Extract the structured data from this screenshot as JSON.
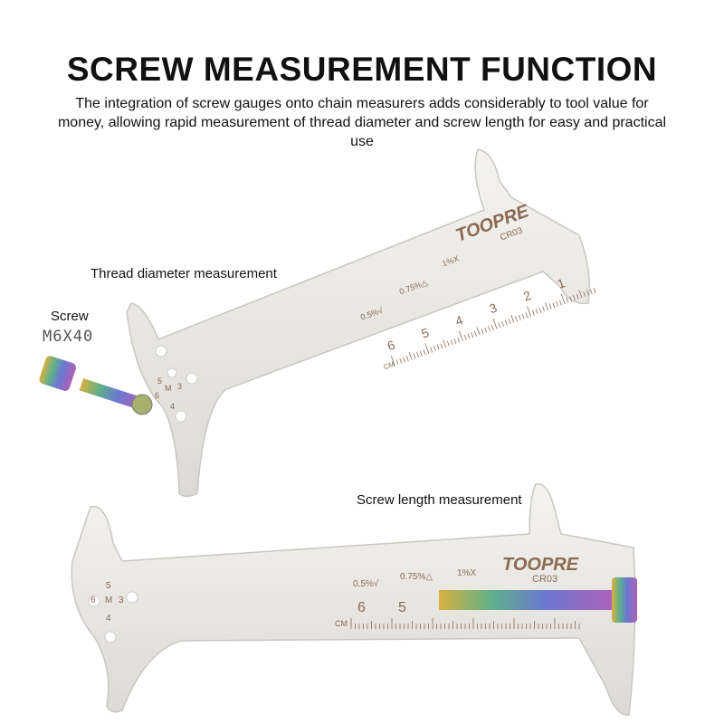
{
  "header": {
    "title": "SCREW MEASUREMENT FUNCTION",
    "subtitle": "The integration of screw gauges onto chain measurers adds considerably to tool value for money, allowing rapid measurement of thread diameter and screw length for easy and practical use"
  },
  "labels": {
    "thread": "Thread diameter measurement",
    "screw": "Screw",
    "screw_size": "M6X40",
    "length": "Screw length measurement"
  },
  "tool": {
    "brand": "TOOPRE",
    "model": "CR03",
    "wear_levels": [
      "0.5%√",
      "0.75%△",
      "1%X"
    ],
    "unit": "CM",
    "ruler_top": [
      "6",
      "5",
      "4",
      "3",
      "2",
      "1"
    ],
    "ruler_bottom": [
      "6",
      "5"
    ],
    "gauge": {
      "m": "M",
      "top": "5",
      "left": "6",
      "right": "3",
      "bottom": "4"
    }
  },
  "colors": {
    "steel": "#ecebe6",
    "etch": "#8a6a52",
    "screw_start": "#c9a440",
    "screw_end": "#7b5fc0"
  }
}
